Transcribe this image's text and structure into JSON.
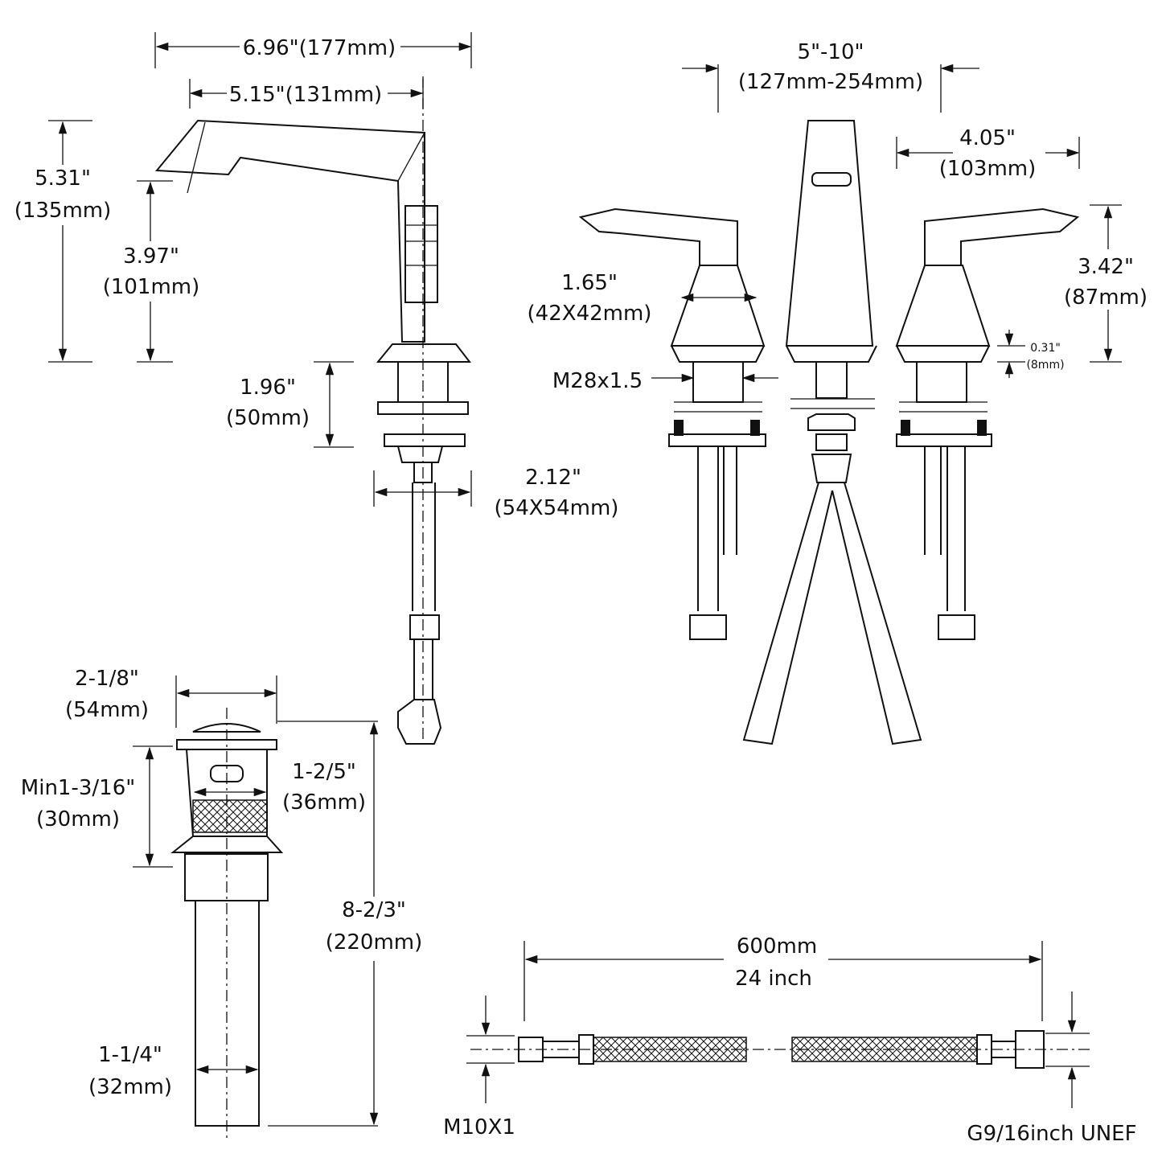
{
  "side_view": {
    "overall_length": "6.96\"(177mm)",
    "spout_reach": "5.15\"(131mm)",
    "height_in": "5.31\"",
    "height_mm": "(135mm)",
    "spout_height_in": "3.97\"",
    "spout_height_mm": "(101mm)",
    "shank_in": "1.96\"",
    "shank_mm": "(50mm)",
    "base_in": "2.12\"",
    "base_mm": "(54X54mm)"
  },
  "front_view": {
    "spread_in": "5\"-10\"",
    "spread_mm": "(127mm-254mm)",
    "handle_len_in": "4.05\"",
    "handle_len_mm": "(103mm)",
    "handle_base_in": "1.65\"",
    "handle_base_mm": "(42X42mm)",
    "handle_h_in": "3.42\"",
    "handle_h_mm": "(87mm)",
    "plate_in": "0.31\"",
    "plate_mm": "(8mm)",
    "thread": "M28x1.5"
  },
  "drain": {
    "cap_in": "2-1/8\"",
    "cap_mm": "(54mm)",
    "min_in": "Min1-3/16\"",
    "min_mm": "(30mm)",
    "body_in": "1-2/5\"",
    "body_mm": "(36mm)",
    "length_in": "8-2/3\"",
    "length_mm": "(220mm)",
    "tail_in": "1-1/4\"",
    "tail_mm": "(32mm)"
  },
  "hose": {
    "length_mm": "600mm",
    "length_in": "24 inch",
    "left_thread": "M10X1",
    "right_thread": "G9/16inch UNEF"
  }
}
